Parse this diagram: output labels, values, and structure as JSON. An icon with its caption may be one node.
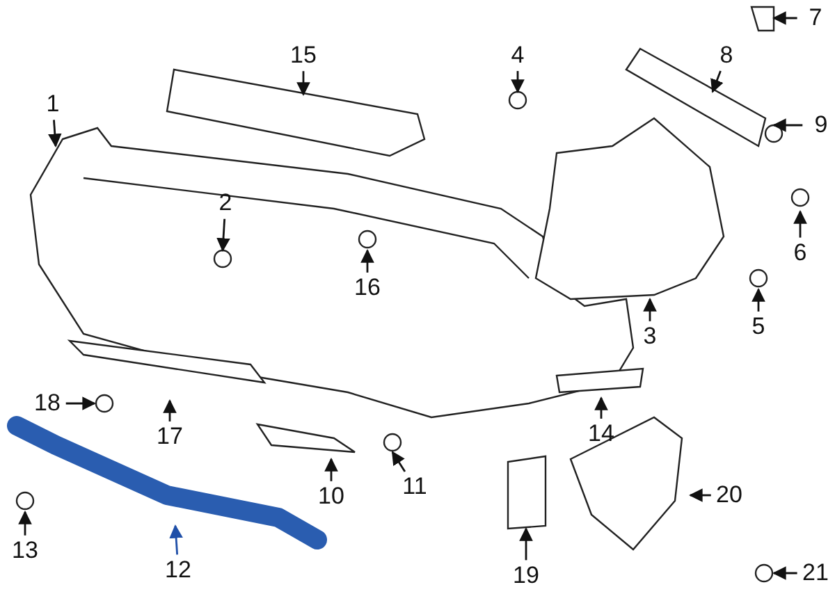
{
  "diagram": {
    "nodes": [
      {
        "text": [
          "1"
        ]
      },
      {
        "text": [
          "2"
        ]
      },
      {
        "text": [
          "3"
        ]
      },
      {
        "text": [
          "4"
        ]
      },
      {
        "text": [
          "5"
        ]
      },
      {
        "text": [
          "6"
        ]
      },
      {
        "text": [
          "7"
        ]
      },
      {
        "text": [
          "8"
        ]
      },
      {
        "text": [
          "9"
        ]
      },
      {
        "text": [
          "10"
        ]
      },
      {
        "text": [
          "11"
        ]
      },
      {
        "text": [
          "12"
        ]
      },
      {
        "text": [
          "13"
        ]
      },
      {
        "text": [
          "14"
        ]
      },
      {
        "text": [
          "15"
        ]
      },
      {
        "text": [
          "16"
        ]
      },
      {
        "text": [
          "17"
        ]
      },
      {
        "text": [
          "18"
        ]
      },
      {
        "text": [
          "19"
        ]
      },
      {
        "text": [
          "20"
        ]
      },
      {
        "text": [
          "21"
        ]
      }
    ],
    "edges": [
      {
        "from": 0,
        "to": null,
        "arrow": "to"
      },
      {
        "from": 1,
        "to": null,
        "arrow": "to"
      },
      {
        "from": 2,
        "to": null,
        "arrow": "to"
      },
      {
        "from": 3,
        "to": null,
        "arrow": "to"
      },
      {
        "from": 4,
        "to": null,
        "arrow": "to"
      },
      {
        "from": 5,
        "to": null,
        "arrow": "to"
      },
      {
        "from": 6,
        "to": null,
        "arrow": "to"
      },
      {
        "from": 7,
        "to": null,
        "arrow": "to"
      },
      {
        "from": 8,
        "to": null,
        "arrow": "to"
      },
      {
        "from": 9,
        "to": null,
        "arrow": "to"
      },
      {
        "from": 10,
        "to": null,
        "arrow": "to"
      },
      {
        "from": 11,
        "to": null,
        "arrow": "to",
        "color": "#1f4fa8"
      },
      {
        "from": 12,
        "to": null,
        "arrow": "to"
      },
      {
        "from": 13,
        "to": null,
        "arrow": "to"
      },
      {
        "from": 14,
        "to": null,
        "arrow": "to"
      },
      {
        "from": 15,
        "to": null,
        "arrow": "to"
      },
      {
        "from": 16,
        "to": null,
        "arrow": "to"
      },
      {
        "from": 17,
        "to": null,
        "arrow": "to"
      },
      {
        "from": 18,
        "to": null,
        "arrow": "to"
      },
      {
        "from": 19,
        "to": null,
        "arrow": "to"
      },
      {
        "from": 20,
        "to": null,
        "arrow": "to"
      }
    ]
  }
}
